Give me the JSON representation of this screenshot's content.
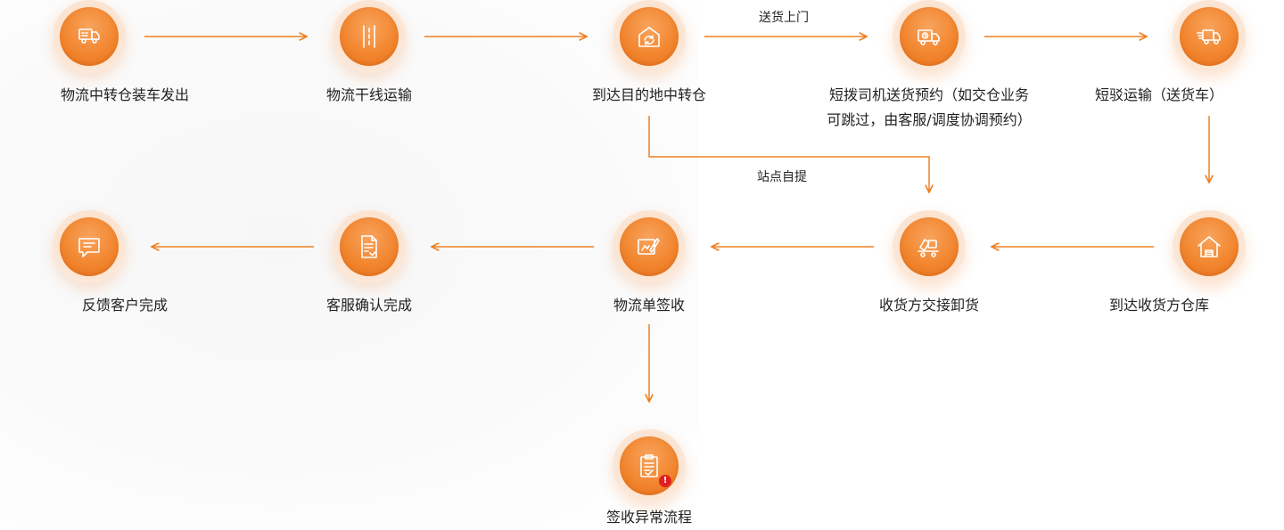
{
  "colors": {
    "accent": "#f08023",
    "text": "#222222"
  },
  "nodes": [
    {
      "id": "n1",
      "icon": "truck-loading-icon",
      "label": [
        "物流中转仓装车发出"
      ]
    },
    {
      "id": "n2",
      "icon": "road-icon",
      "label": [
        "物流干线运输"
      ]
    },
    {
      "id": "n3",
      "icon": "warehouse-transfer-icon",
      "label": [
        "到达目的地中转仓"
      ]
    },
    {
      "id": "n4",
      "icon": "delivery-schedule-icon",
      "label": [
        "短拨司机送货预约（如交仓业务",
        "可跳过，由客服/调度协调预约）"
      ]
    },
    {
      "id": "n5",
      "icon": "fast-truck-icon",
      "label": [
        "短驳运输（送货车）"
      ]
    },
    {
      "id": "n6",
      "icon": "warehouse-home-icon",
      "label": [
        "到达收货方仓库"
      ]
    },
    {
      "id": "n7",
      "icon": "unload-cart-icon",
      "label": [
        "收货方交接卸货"
      ]
    },
    {
      "id": "n8",
      "icon": "signature-icon",
      "label": [
        "物流单签收"
      ]
    },
    {
      "id": "n9",
      "icon": "document-check-icon",
      "label": [
        "客服确认完成"
      ]
    },
    {
      "id": "n10",
      "icon": "feedback-message-icon",
      "label": [
        "反馈客户完成"
      ]
    },
    {
      "id": "n11",
      "icon": "clipboard-alert-icon",
      "label": [
        "签收异常流程"
      ],
      "badge": "!"
    }
  ],
  "edges": [
    {
      "from": "n1",
      "to": "n2"
    },
    {
      "from": "n2",
      "to": "n3"
    },
    {
      "from": "n3",
      "to": "n4",
      "label": "送货上门"
    },
    {
      "from": "n4",
      "to": "n5"
    },
    {
      "from": "n5",
      "to": "n6"
    },
    {
      "from": "n3",
      "to": "n7",
      "label": "站点自提"
    },
    {
      "from": "n6",
      "to": "n7"
    },
    {
      "from": "n7",
      "to": "n8"
    },
    {
      "from": "n8",
      "to": "n9"
    },
    {
      "from": "n9",
      "to": "n10"
    },
    {
      "from": "n8",
      "to": "n11"
    }
  ]
}
